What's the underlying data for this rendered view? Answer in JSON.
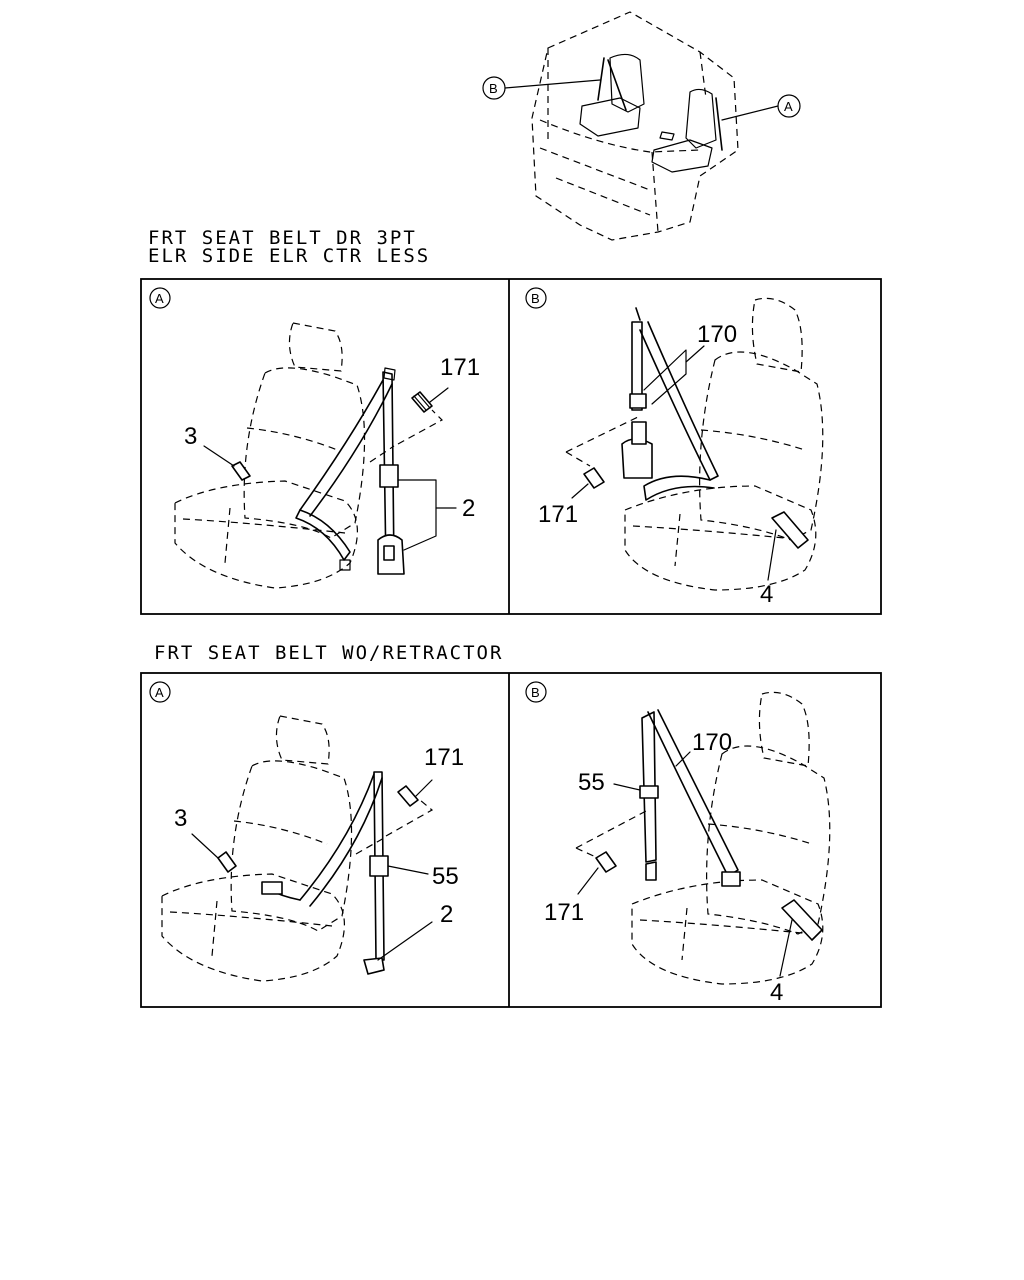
{
  "sections": [
    {
      "title_line1": "FRT SEAT BELT DR 3PT",
      "title_line2": "ELR SIDE ELR CTR LESS",
      "panels": [
        {
          "marker": "A",
          "callouts": [
            "171",
            "3",
            "2"
          ]
        },
        {
          "marker": "B",
          "callouts": [
            "170",
            "171",
            "4"
          ]
        }
      ]
    },
    {
      "title_line1": "FRT SEAT BELT WO/RETRACTOR",
      "panels": [
        {
          "marker": "A",
          "callouts": [
            "171",
            "3",
            "55",
            "2"
          ]
        },
        {
          "marker": "B",
          "callouts": [
            "55",
            "170",
            "171",
            "4"
          ]
        }
      ]
    }
  ],
  "overview": {
    "markers": [
      "B",
      "A"
    ]
  }
}
